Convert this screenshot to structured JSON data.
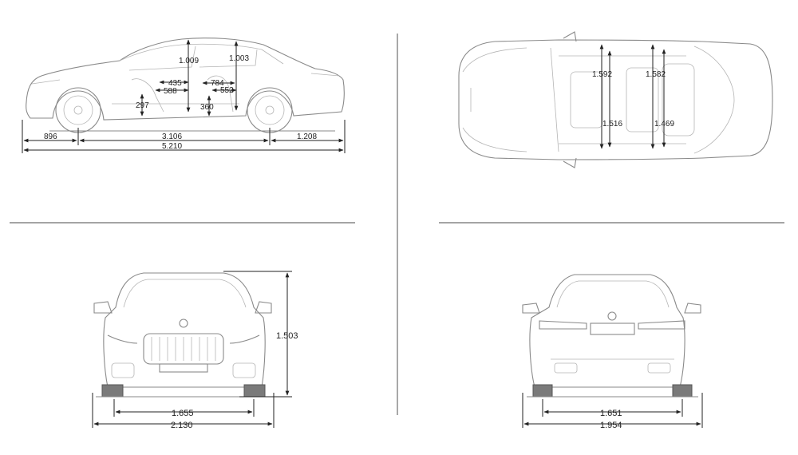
{
  "side_view": {
    "front_overhang": "896",
    "wheelbase": "3.106",
    "rear_overhang": "1.208",
    "overall_length": "5.210",
    "headroom_front": "1.009",
    "headroom_rear": "1.003",
    "front_legroom_435": "435",
    "front_legroom_588": "588",
    "rear_legroom_784": "784",
    "rear_legroom_552": "552",
    "seat_height_front": "297",
    "seat_height_rear": "360"
  },
  "top_view": {
    "front_shoulder_width": "1.592",
    "rear_shoulder_width": "1.582",
    "front_elbow_width": "1.516",
    "rear_elbow_width": "1.469"
  },
  "front_view": {
    "height": "1.503",
    "front_track": "1.655",
    "width_with_mirrors": "2.130"
  },
  "rear_view": {
    "rear_track": "1.651",
    "width": "1.954"
  }
}
